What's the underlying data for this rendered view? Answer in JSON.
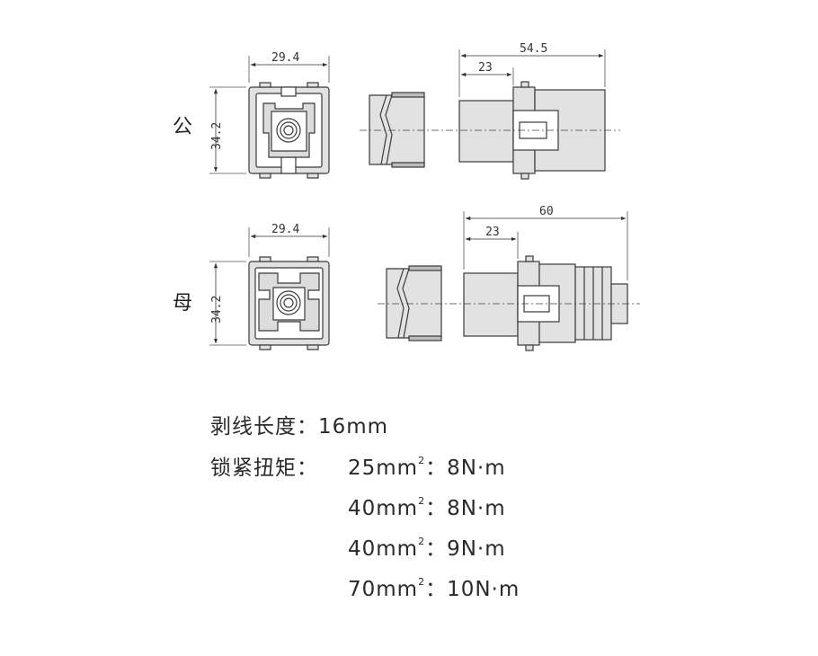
{
  "labels": {
    "male": "公",
    "female": "母"
  },
  "male": {
    "width": "29.4",
    "height": "34.2",
    "total_length": "54.5",
    "front_length": "23"
  },
  "female": {
    "width": "29.4",
    "height": "34.2",
    "total_length": "60",
    "front_length": "23"
  },
  "specs": {
    "strip_label": "剥线长度：",
    "strip_value": "16mm",
    "torque_label": "锁紧扭矩：",
    "superscript": "2",
    "torque_rows": [
      {
        "section": "25mm",
        "separator": "：",
        "torque": "8N·m"
      },
      {
        "section": "40mm",
        "separator": "：",
        "torque": "8N·m"
      },
      {
        "section": "40mm",
        "separator": "：",
        "torque": "9N·m"
      },
      {
        "section": "70mm",
        "separator": "：",
        "torque": "10N·m"
      }
    ]
  },
  "colors": {
    "line": "#3a3a3a",
    "fill": "#d8d8d8",
    "dark_fill": "#9a9a9a"
  }
}
